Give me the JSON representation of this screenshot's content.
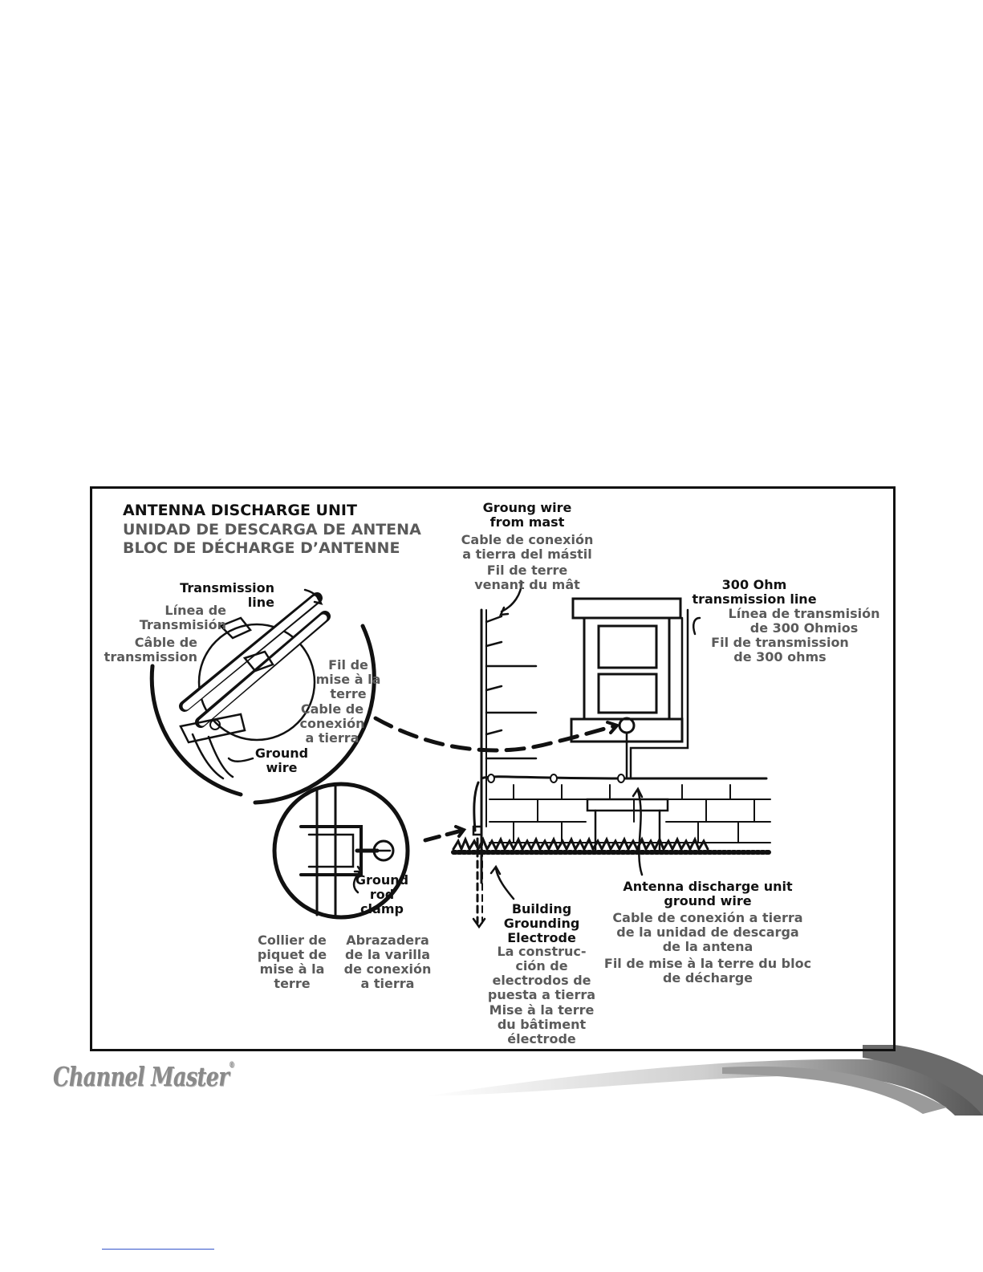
{
  "title": {
    "en": "ANTENNA DISCHARGE UNIT",
    "es": "UNIDAD DE DESCARGA DE ANTENA",
    "fr": "BLOC DE DÉCHARGE D’ANTENNE"
  },
  "labels": {
    "transmission_line": {
      "en_1": "Transmission",
      "en_2": "line",
      "es_1": "Línea de",
      "es_2": "Transmisión",
      "fr_1": "Câble de",
      "fr_2": "transmission"
    },
    "ground_from_mast": {
      "en_1": "Groung wire",
      "en_2": "from mast",
      "es_1": "Cable de conexión",
      "es_2": "a tierra del mástil",
      "fr_1": "Fil de terre",
      "fr_2": "venant du mât"
    },
    "ohm_line": {
      "en_1": "300 Ohm",
      "en_2": "transmission line",
      "es_1": "Línea de transmisión",
      "es_2": "de 300 Ohmios",
      "fr_1": "Fil de transmission",
      "fr_2": "de 300 ohms"
    },
    "ground_wire_inset": {
      "fr_1": "Fil de",
      "fr_2": "mise à la",
      "fr_3": "terre",
      "es_1": "Cable de",
      "es_2": "conexión",
      "es_3": "a tierra",
      "en_1": "Ground",
      "en_2": "wire"
    },
    "ground_rod_clamp": {
      "en_1": "Ground",
      "en_2": "rod",
      "en_3": "clamp",
      "fr_1": "Collier de",
      "fr_2": "piquet de",
      "fr_3": "mise à la",
      "fr_4": "terre",
      "es_1": "Abrazadera",
      "es_2": "de la varilla",
      "es_3": "de conexión",
      "es_4": "a tierra"
    },
    "building_electrode": {
      "en_1": "Building",
      "en_2": "Grounding",
      "en_3": "Electrode",
      "es_1": "La construc-",
      "es_2": "ción de",
      "es_3": "electrodos de",
      "es_4": "puesta a tierra",
      "fr_1": "Mise à la terre",
      "fr_2": "du bâtiment",
      "fr_3": "électrode"
    },
    "discharge_ground_wire": {
      "en_1": "Antenna discharge unit",
      "en_2": "ground wire",
      "es_1": "Cable de conexión a tierra",
      "es_2": "de la unidad de descarga",
      "es_3": "de la antena",
      "fr_1": "Fil de mise à la terre du bloc",
      "fr_2": "de décharge"
    }
  },
  "brand": {
    "name": "Channel Master",
    "mark": "®"
  },
  "colors": {
    "line": "#111111",
    "secondary_text": "#5a5a5a",
    "logo": "#8a8a8a"
  }
}
